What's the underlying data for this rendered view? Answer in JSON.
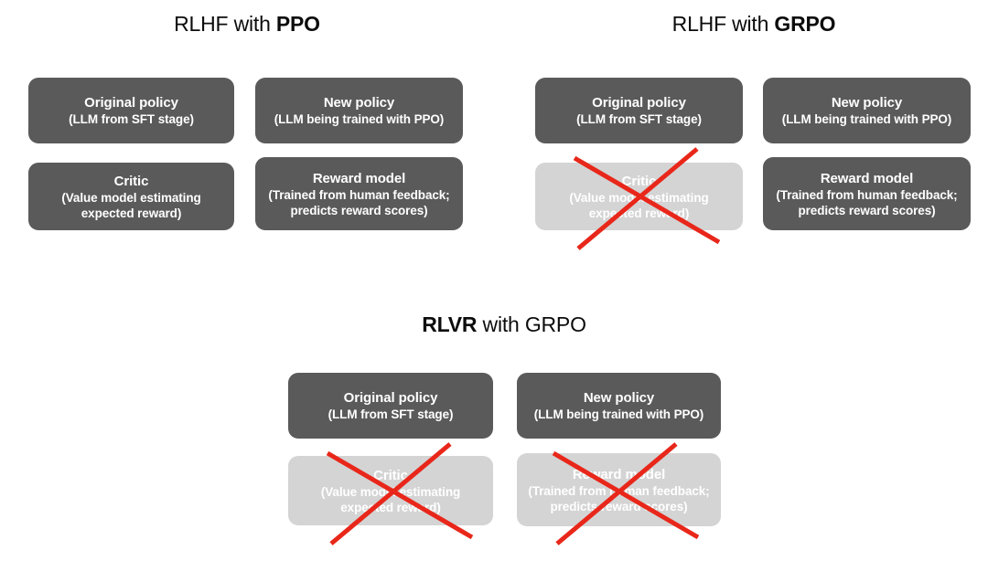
{
  "slide": {
    "background_color": "#ffffff",
    "box_color": "#5a5a5a",
    "muted_box_color": "#d4d4d4",
    "crossout_color": "#e8271a",
    "text_color": "#ffffff",
    "title_color": "#0c0c0c"
  },
  "panels": [
    {
      "id": "ppo",
      "title_prefix": "RLHF with ",
      "title_emphasis": "PPO",
      "boxes": [
        {
          "title": "Original policy",
          "sub": "(LLM from SFT stage)",
          "struck": false
        },
        {
          "title": "New policy",
          "sub": "(LLM being trained with PPO)",
          "struck": false
        },
        {
          "title": "Critic",
          "sub_line1": "(Value model estimating",
          "sub_line2": "expected reward)",
          "struck": false
        },
        {
          "title": "Reward model",
          "sub_line1": "(Trained from human feedback;",
          "sub_line2": "predicts reward scores)",
          "struck": false
        }
      ]
    },
    {
      "id": "grpo",
      "title_prefix": "RLHF with ",
      "title_emphasis": "GRPO",
      "boxes": [
        {
          "title": "Original policy",
          "sub": "(LLM from SFT stage)",
          "struck": false
        },
        {
          "title": "New policy",
          "sub": "(LLM being trained with PPO)",
          "struck": false
        },
        {
          "title": "Critic",
          "sub_line1": "(Value model estimating",
          "sub_line2": "expected reward)",
          "struck": true
        },
        {
          "title": "Reward model",
          "sub_line1": "(Trained from human feedback;",
          "sub_line2": "predicts reward scores)",
          "struck": false
        }
      ]
    },
    {
      "id": "rlvr",
      "title_prefix": "RLVR",
      "title_suffix": " with GRPO",
      "boxes": [
        {
          "title": "Original policy",
          "sub": "(LLM from SFT stage)",
          "struck": false
        },
        {
          "title": "New policy",
          "sub": "(LLM being trained with PPO)",
          "struck": false
        },
        {
          "title": "Critic",
          "sub_line1": "(Value model estimating",
          "sub_line2": "expected reward)",
          "struck": true
        },
        {
          "title": "Reward model",
          "sub_line1": "(Trained from human feedback;",
          "sub_line2": "predicts reward scores)",
          "struck": true
        }
      ]
    }
  ]
}
